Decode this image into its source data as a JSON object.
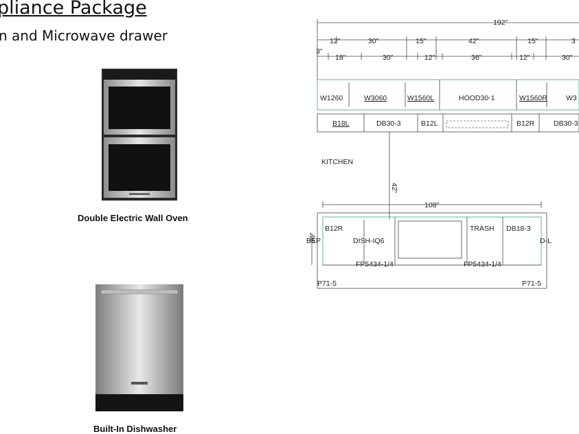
{
  "header": {
    "title": "pliance Package",
    "subtitle": "n and Microwave drawer"
  },
  "products": {
    "oven": {
      "caption": "Double Electric Wall Oven",
      "icon": "double-wall-oven"
    },
    "dishwasher": {
      "caption": "Built-In Dishwasher",
      "icon": "dishwasher"
    }
  },
  "plan": {
    "overall_width": "192\"",
    "upper_dims": [
      "12\"",
      "30\"",
      "15\"",
      "42\"",
      "15\"",
      "3"
    ],
    "lower_dims": [
      "18\"",
      "30\"",
      "12\"",
      "36\"",
      "12\"",
      "30\""
    ],
    "side_dim": "3\"",
    "wall_cabinets": [
      "W1260",
      "W3060",
      "W1560L",
      "HOOD30-1",
      "W1560R",
      "W3"
    ],
    "base_cabinets": [
      "B18L",
      "DB30-3",
      "B12L",
      "B12R",
      "DB30-3"
    ],
    "room_label": "KITCHEN",
    "gap_dim": "42\"",
    "island_width": "108\"",
    "island_depth": "36\"",
    "island_units": [
      "B12R",
      "DISH-IQ6",
      "TRASH",
      "DB18-3"
    ],
    "island_left_label": "BEP",
    "island_right_label": "D-L",
    "panels": [
      "FP5434-1/4",
      "FP5434-1/4"
    ],
    "posts": [
      "P71-5",
      "P71-5"
    ]
  }
}
